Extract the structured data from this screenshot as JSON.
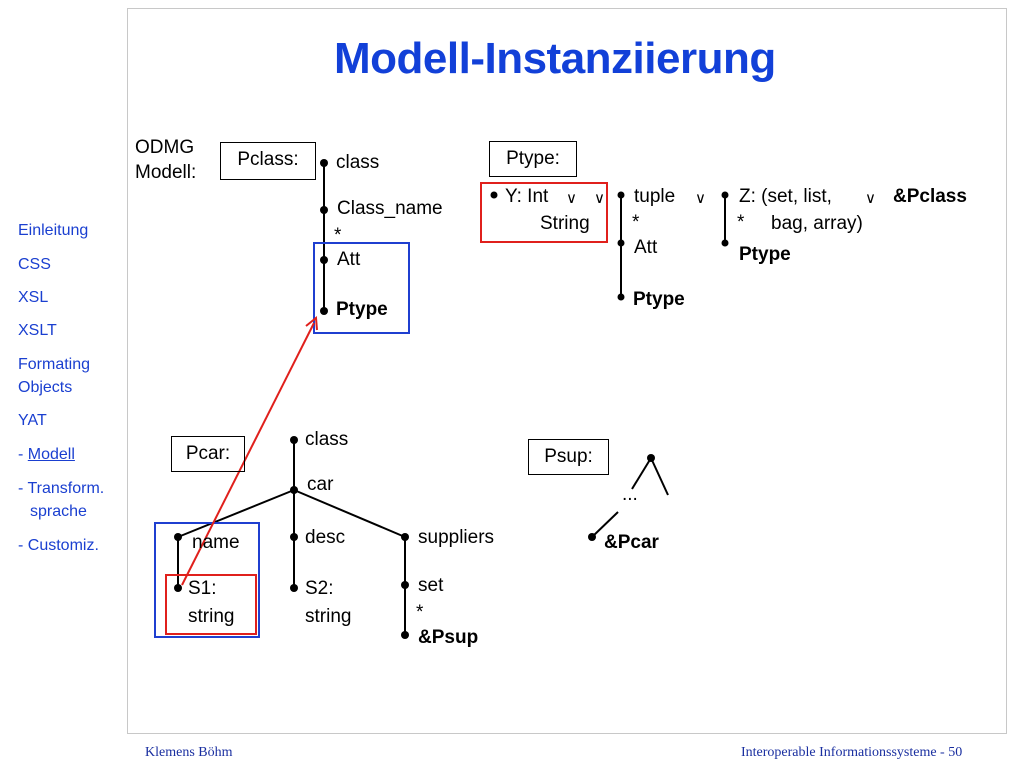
{
  "title": "Modell-Instanziierung",
  "nav": {
    "items": [
      "Einleitung",
      "CSS",
      "XSL",
      "XSLT",
      "Formating",
      "Objects",
      "YAT",
      "Transform.",
      "sprache",
      "- Customiz."
    ],
    "modell_prefix": "- ",
    "modell_link": "Modell",
    "transform_prefix": "- "
  },
  "odmg": {
    "line1": "ODMG",
    "line2": "Modell:",
    "pclass_label": "Pclass:",
    "pclass_nodes": {
      "class": "class",
      "class_name": "Class_name",
      "star": "*",
      "att": "Att",
      "ptype": "Ptype"
    },
    "ptype_label": "Ptype:",
    "ptype_nodes": {
      "y_int": "Y: Int",
      "or": "∨",
      "string": "String",
      "tuple": "tuple",
      "star": "*",
      "att": "Att",
      "ptype": "Ptype",
      "z_set": "Z: (set, list,",
      "bag_array": "bag, array)",
      "pclass_ref": "&Pclass",
      "ptype2": "Ptype"
    }
  },
  "instance": {
    "pcar_label": "Pcar:",
    "class": "class",
    "car": "car",
    "name": "name",
    "desc": "desc",
    "suppliers": "suppliers",
    "s1_line1": "S1:",
    "s1_line2": "string",
    "s2_line1": "S2:",
    "s2_line2": "string",
    "set": "set",
    "star": "*",
    "psup_ref": "&Psup",
    "psup_label": "Psup:",
    "ellipsis": "...",
    "pcar_ref": "&Pcar"
  },
  "colors": {
    "title": "#1240d8",
    "nav": "#1a3fd0",
    "highlight_blue": "#1f3fd0",
    "highlight_red": "#e0201c",
    "footer": "#1a2fa0"
  },
  "footer": {
    "author": "Klemens Böhm",
    "course": "Interoperable Informationssysteme - 50"
  }
}
